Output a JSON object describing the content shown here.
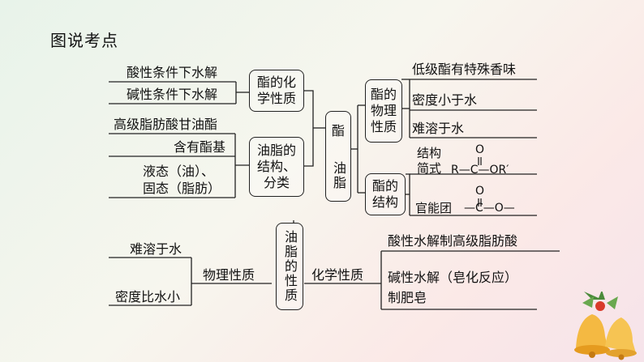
{
  "title": "图说考点",
  "left_top": {
    "node_ester_chem": "酯的化学性质",
    "node_ester_chem_l1": "酯的化",
    "node_ester_chem_l2": "学性质",
    "leaves": [
      "酸性条件下水解",
      "碱性条件下水解"
    ]
  },
  "left_mid": {
    "node_l1": "油脂的",
    "node_l2": "结构、",
    "node_l3": "分类",
    "leaves": [
      "高级脂肪酸甘油酯",
      "含有酯基",
      "液态（油）、",
      "固态（脂肪）"
    ]
  },
  "center": {
    "top": "酯",
    "bottom": "油脂"
  },
  "right_phys": {
    "node_l1": "酯的",
    "node_l2": "物理",
    "node_l3": "性质",
    "leaves": [
      "低级酯有特殊香味",
      "密度小于水",
      "难溶于水"
    ]
  },
  "right_struct": {
    "node_l1": "酯的",
    "node_l2": "结构",
    "formula_label_l1": "结构",
    "formula_label_l2": "简式",
    "formula_main": "R—C—OR′",
    "formula_o": "O",
    "fg_label": "官能团",
    "fg_main": "—C—O—",
    "fg_o": "O"
  },
  "bottom_center": {
    "node": "油脂的性质"
  },
  "bottom_left": {
    "node": "物理性质",
    "leaves": [
      "难溶于水",
      "密度比水小"
    ]
  },
  "bottom_right": {
    "node": "化学性质",
    "leaves": [
      "酸性水解制高级脂肪酸",
      "碱性水解（皂化反应）",
      "制肥皂"
    ]
  }
}
